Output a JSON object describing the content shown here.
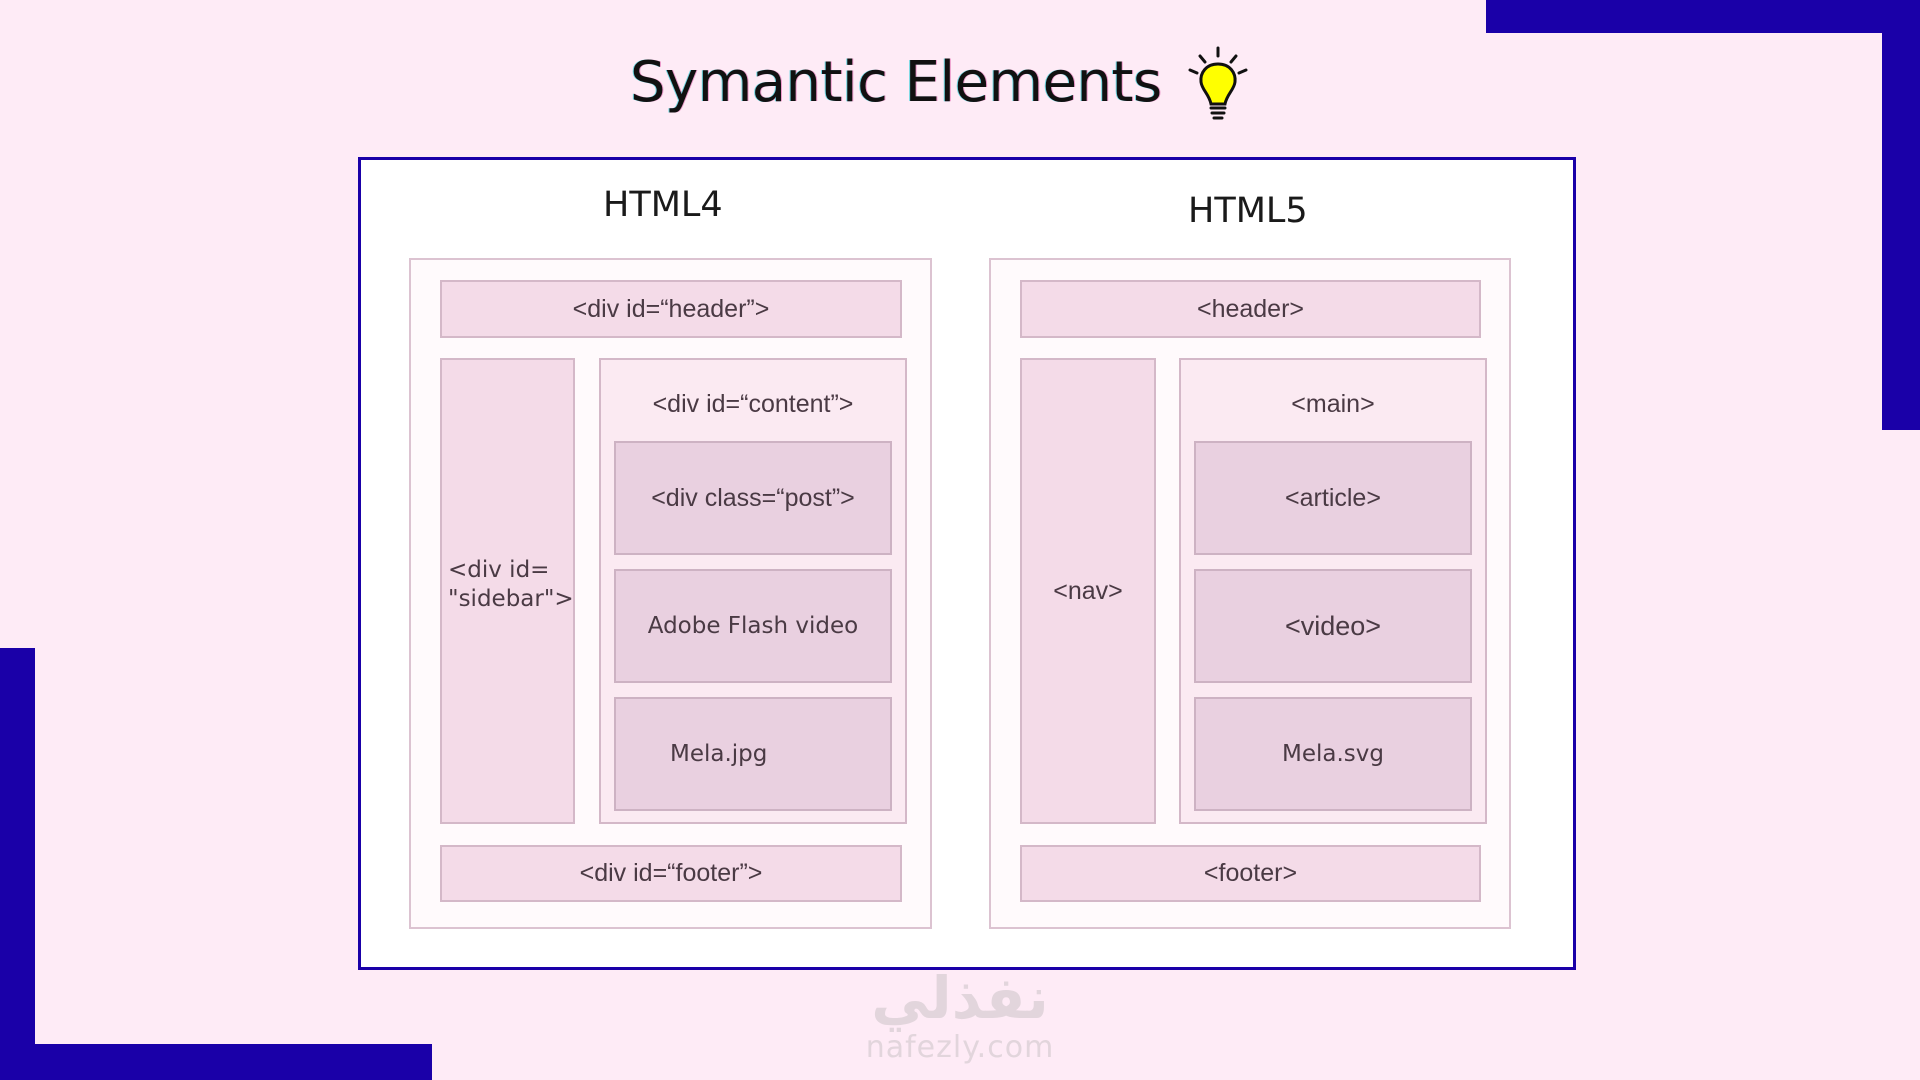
{
  "slide": {
    "title": "Symantic Elements",
    "title_icon": "lightbulb-icon",
    "colors": {
      "background": "#feebf6",
      "accent": "#1a00a8",
      "bulb": "#ffff00"
    }
  },
  "diagram": {
    "html4": {
      "heading": "HTML4",
      "header": "<div id=“header”>",
      "sidebar": "<div id=\n\"sidebar\">",
      "content": "<div id=“content”>",
      "post": "<div class=“post”>",
      "video": "Adobe Flash video",
      "image": "Mela.jpg",
      "footer": "<div id=“footer”>"
    },
    "html5": {
      "heading": "HTML5",
      "header": "<header>",
      "nav": "<nav>",
      "main": "<main>",
      "article": "<article>",
      "video": "<video>",
      "image": "Mela.svg",
      "footer": "<footer>"
    }
  },
  "watermark": {
    "arabic": "نفذلي",
    "latin": "nafezly.com"
  }
}
